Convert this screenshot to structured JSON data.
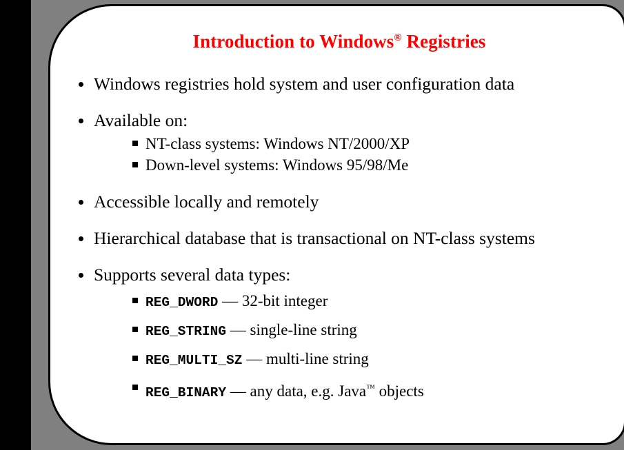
{
  "slide": {
    "title_main": "Introduction to Windows",
    "title_superscript": "®",
    "title_tail": " Registries",
    "title_color": "#ff0000",
    "background_color": "#808080",
    "card_color": "#ffffff",
    "left_bar_color": "#000000",
    "bullets": [
      {
        "text": "Windows registries hold system and user configuration data",
        "sub": []
      },
      {
        "text": "Available on:",
        "sub": [
          "NT-class systems: Windows NT/2000/XP",
          "Down-level systems:  Windows 95/98/Me"
        ]
      },
      {
        "text": "Accessible locally and remotely",
        "sub": []
      },
      {
        "text": "Hierarchical database that is transactional on NT-class systems",
        "sub": []
      },
      {
        "text": "Supports several data types:",
        "sub": []
      }
    ],
    "data_types": [
      {
        "name": "REG_DWORD",
        "dash": "—",
        "description": "32-bit integer"
      },
      {
        "name": "REG_STRING",
        "dash": "—",
        "description": "single-line string"
      },
      {
        "name": "REG_MULTI_SZ",
        "dash": "—",
        "description": "multi-line string"
      },
      {
        "name": "REG_BINARY",
        "dash": "—",
        "description": "any data, e.g. Java"
      }
    ],
    "data_types_last_superscript": "™",
    "data_types_last_tail": " objects"
  }
}
